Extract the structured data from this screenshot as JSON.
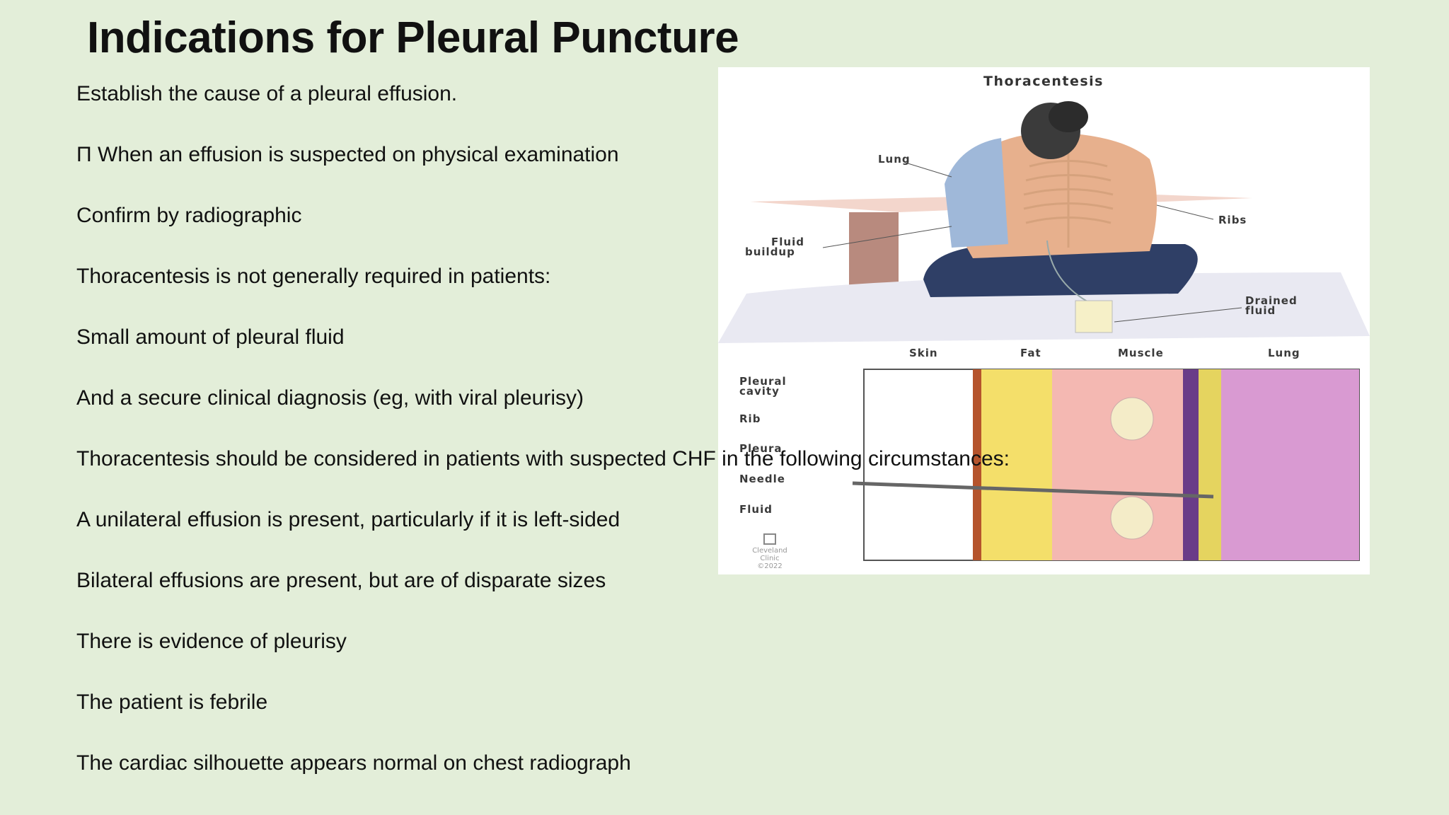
{
  "slide": {
    "title": "Indications for Pleural Puncture"
  },
  "bullets": [
    "Establish the cause of a pleural effusion.",
    "Π When an effusion is suspected on physical examination",
    "Confirm by radiographic",
    "Thoracentesis is not generally required in patients:",
    "Small amount of pleural fluid",
    "And a secure clinical diagnosis (eg, with viral pleurisy)",
    "Thoracentesis should be considered in patients with suspected CHF in the following circumstances:",
    "A unilateral effusion is present, particularly if it is left-sided",
    "Bilateral effusions are present, but are of disparate sizes",
    "There is evidence of pleurisy",
    "The patient is febrile",
    "The cardiac silhouette appears normal on chest radiograph"
  ],
  "figure": {
    "title": "Thoracentesis",
    "labels": {
      "lung_top": "Lung",
      "ribs": "Ribs",
      "fluid_buildup_1": "Fluid",
      "fluid_buildup_2": "buildup",
      "drained_1": "Drained",
      "drained_2": "fluid",
      "skin": "Skin",
      "fat": "Fat",
      "muscle": "Muscle",
      "lung_bottom": "Lung",
      "pleural_cavity_1": "Pleural",
      "pleural_cavity_2": "cavity",
      "rib": "Rib",
      "pleura": "Pleura",
      "needle": "Needle",
      "fluid": "Fluid",
      "credit_1": "Cleveland",
      "credit_2": "Clinic",
      "credit_3": "©2022"
    }
  }
}
